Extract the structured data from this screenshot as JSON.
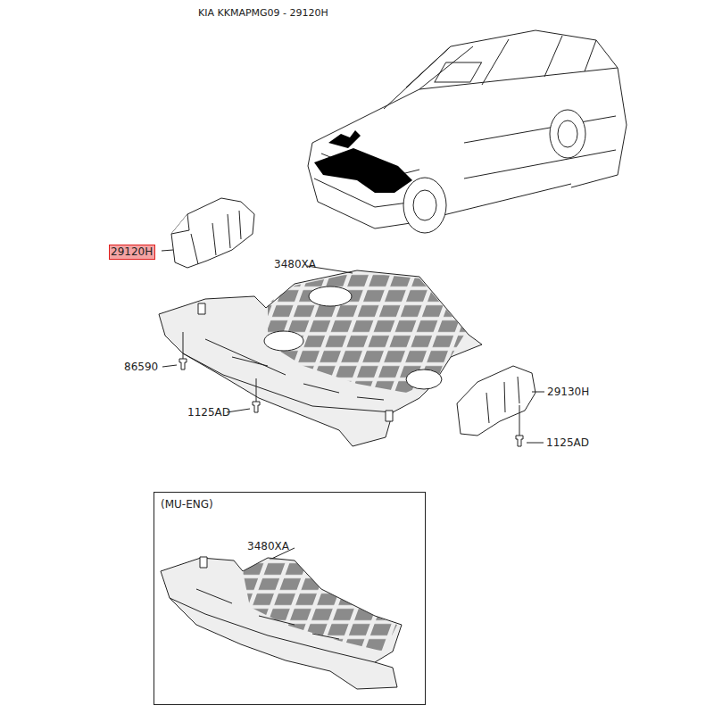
{
  "diagram": {
    "title": "KIA KKMAPMG09 - 29120H",
    "nodes": [
      {
        "text": [
          "29120H"
        ]
      },
      {
        "text": [
          "(MU-ENG)",
          "3480XA"
        ]
      }
    ],
    "labels": [
      "3480XA",
      "86590",
      "1125AD",
      "29130H",
      "1125AD"
    ]
  }
}
